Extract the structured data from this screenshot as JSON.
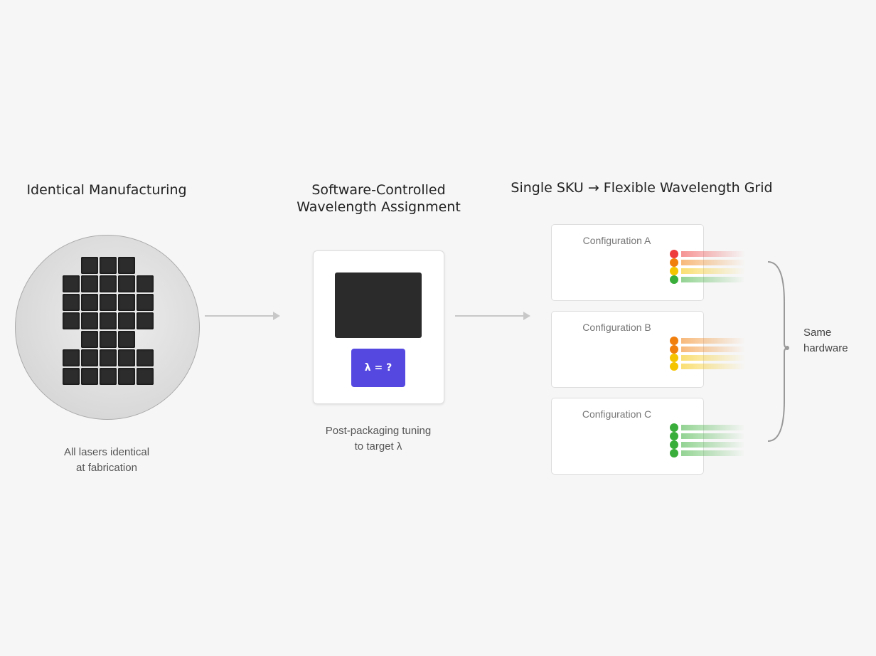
{
  "sections": [
    {
      "title": "Identical Manufacturing",
      "caption_line1": "All lasers identical",
      "caption_line2": "at fabrication"
    },
    {
      "title_line1": "Software-Controlled",
      "title_line2": "Wavelength Assignment",
      "button": "λ = ?",
      "caption_line1": "Post-packaging tuning",
      "caption_line2": "to target λ"
    },
    {
      "title": "Single SKU → Flexible Wavelength Grid",
      "configs": [
        {
          "label": "Configuration A",
          "beams": [
            "#ee3b3b",
            "#f07f0e",
            "#f5c400",
            "#3aae3a"
          ]
        },
        {
          "label": "Configuration B",
          "beams": [
            "#f07f0e",
            "#f07f0e",
            "#f5c400",
            "#f5c400"
          ]
        },
        {
          "label": "Configuration C",
          "beams": [
            "#3aae3a",
            "#3aae3a",
            "#3aae3a",
            "#3aae3a"
          ]
        }
      ],
      "brace_line1": "Same",
      "brace_line2": "hardware"
    }
  ]
}
